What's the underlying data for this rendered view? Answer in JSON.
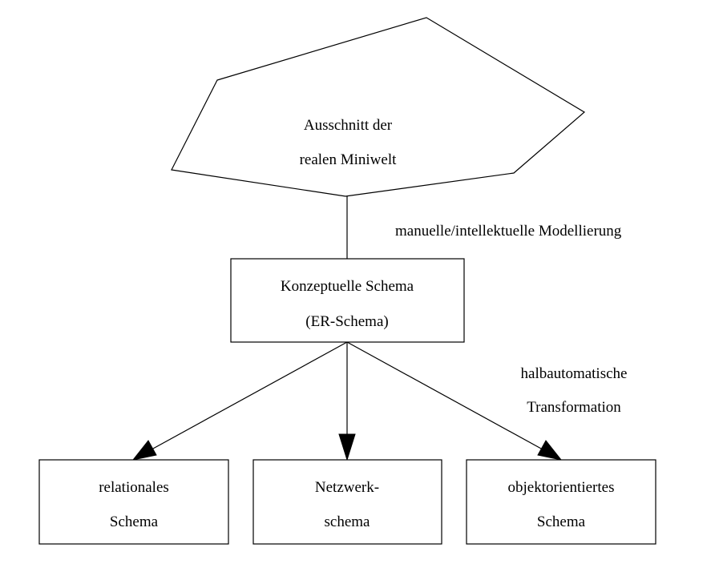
{
  "miniwelt": {
    "line1": "Ausschnitt der",
    "line2": "realen Miniwelt"
  },
  "modelling_label": "manuelle/intellektuelle Modellierung",
  "konzeptuell": {
    "line1": "Konzeptuelle Schema",
    "line2": "(ER-Schema)"
  },
  "transformation_label": {
    "line1": "halbautomatische",
    "line2": "Transformation"
  },
  "targets": [
    {
      "line1": "relationales",
      "line2": "Schema"
    },
    {
      "line1": "Netzwerk-",
      "line2": "schema"
    },
    {
      "line1": "objektorientiertes",
      "line2": "Schema"
    }
  ]
}
